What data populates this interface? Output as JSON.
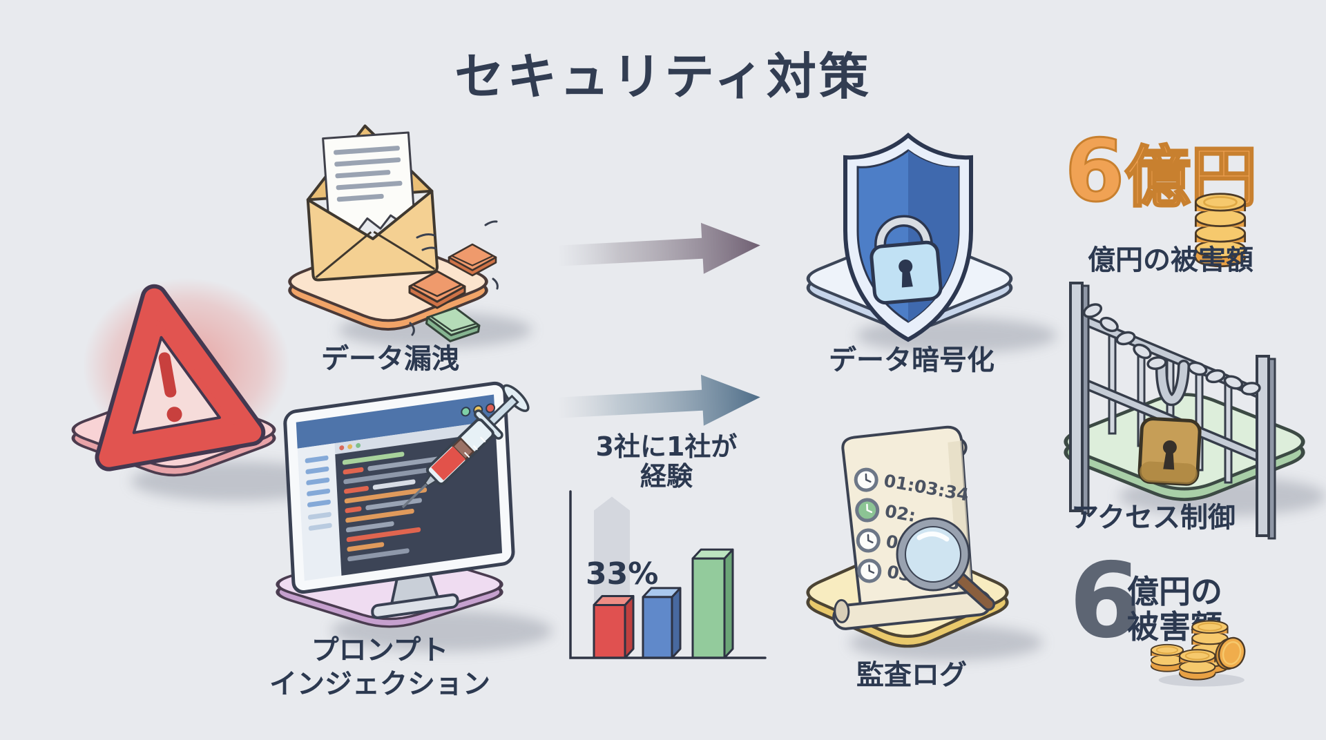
{
  "title": "セキュリティ対策",
  "threats": {
    "data_leak": {
      "label": "データ漏洩"
    },
    "prompt_injection": {
      "label_line1": "プロンプト",
      "label_line2": "インジェクション"
    }
  },
  "measures": {
    "encryption": {
      "label": "データ暗号化"
    },
    "access_control": {
      "label": "アクセス制御"
    },
    "audit_log": {
      "label": "監査ログ",
      "entries": [
        "01:03:34",
        "02:",
        "03",
        "03:03:34"
      ]
    }
  },
  "stats": {
    "damage_top": {
      "number": "6",
      "unit": "億円",
      "caption": "億円の被害額"
    },
    "damage_bottom": {
      "number": "6",
      "caption_line1": "億円の",
      "caption_line2": "被害額"
    }
  },
  "chart_data": {
    "type": "bar",
    "title": "3社に1社が経験",
    "title_line1": "3社に1社が",
    "title_line2": "経験",
    "categories": [
      "",
      "",
      ""
    ],
    "values": [
      33,
      38,
      62
    ],
    "data_label": "33%",
    "labeled_bar_index": 0,
    "ghost_value": 92,
    "ylim": [
      0,
      100
    ],
    "grid": false,
    "legend": false,
    "axis_color": "#2f3545",
    "bar_outline": "#2e3343",
    "ghost_color": "#c3c7d1",
    "bar_colors": [
      {
        "front": "#e05150",
        "top": "#ee8c84",
        "side": "#bf403f"
      },
      {
        "front": "#6089ca",
        "top": "#a9c8ee",
        "side": "#48699f"
      },
      {
        "front": "#93cb9c",
        "top": "#bce4c0",
        "side": "#6ba577"
      }
    ]
  },
  "colors": {
    "background": "#e8eaee",
    "heading_text": "#323d52",
    "label_text": "#2c3950",
    "alert_red": "#e15450",
    "shield_blue": "#4d7ec7",
    "money_orange": "#f0a254",
    "damage_gray": "#5d6573"
  }
}
